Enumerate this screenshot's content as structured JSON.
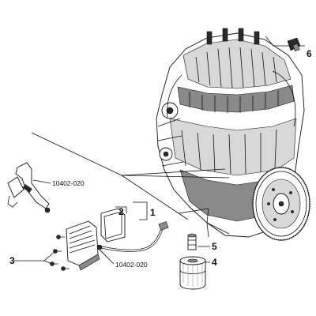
{
  "callouts": {
    "c1": "1",
    "c2": "2",
    "c3": "3",
    "c4": "4",
    "c5": "5",
    "c6": "6",
    "ref_upper": "10402-020",
    "ref_lower": "10402-020"
  }
}
